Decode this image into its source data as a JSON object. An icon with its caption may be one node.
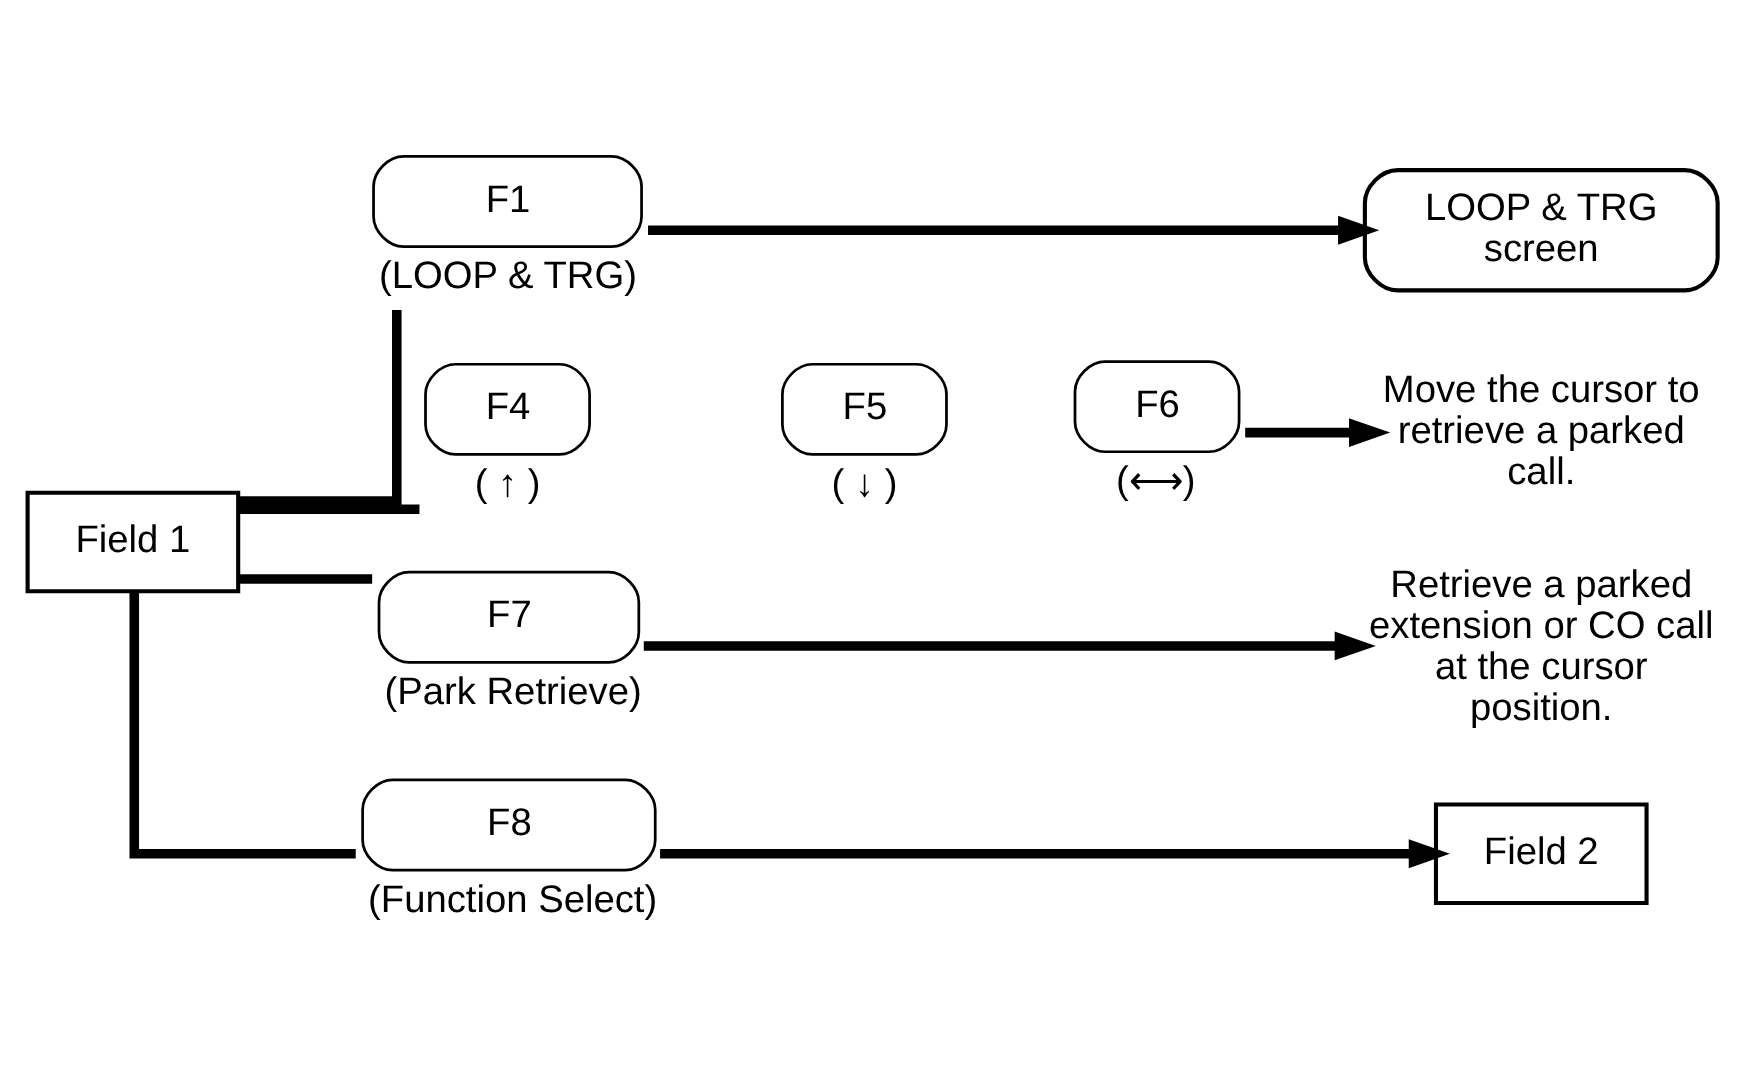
{
  "diagram": {
    "nodes": [
      {
        "text": [
          "Field 1"
        ]
      },
      {
        "text": [
          "F1"
        ],
        "beside": [
          "(LOOP & TRG)"
        ]
      },
      {
        "text": [
          "F4"
        ],
        "beside": [
          "( ↑ )"
        ]
      },
      {
        "text": [
          "F5"
        ],
        "beside": [
          "( ↓ )"
        ]
      },
      {
        "text": [
          "F6"
        ],
        "beside": [
          "(⟷)"
        ]
      },
      {
        "text": [
          "F7"
        ],
        "beside": [
          "(Park Retrieve)"
        ]
      },
      {
        "text": [
          "F8"
        ],
        "beside": [
          "(Function Select)"
        ]
      },
      {
        "text": [
          "LOOP & TRG screen"
        ]
      },
      {
        "text": [
          "Move the cursor to retrieve a parked call."
        ]
      },
      {
        "text": [
          "Retrieve a parked extension or CO call at the cursor position."
        ]
      },
      {
        "text": [
          "Field 2"
        ]
      }
    ],
    "edges": [
      {
        "from": 0,
        "to": 1,
        "arrow": "none"
      },
      {
        "from": 0,
        "to": 2,
        "arrow": "none"
      },
      {
        "from": 0,
        "to": 5,
        "arrow": "none"
      },
      {
        "from": 0,
        "to": 6,
        "arrow": "none"
      },
      {
        "from": 1,
        "to": 7,
        "arrow": "to"
      },
      {
        "from": 4,
        "to": 8,
        "arrow": "to"
      },
      {
        "from": 5,
        "to": 9,
        "arrow": "to"
      },
      {
        "from": 6,
        "to": 10,
        "arrow": "to"
      }
    ]
  }
}
